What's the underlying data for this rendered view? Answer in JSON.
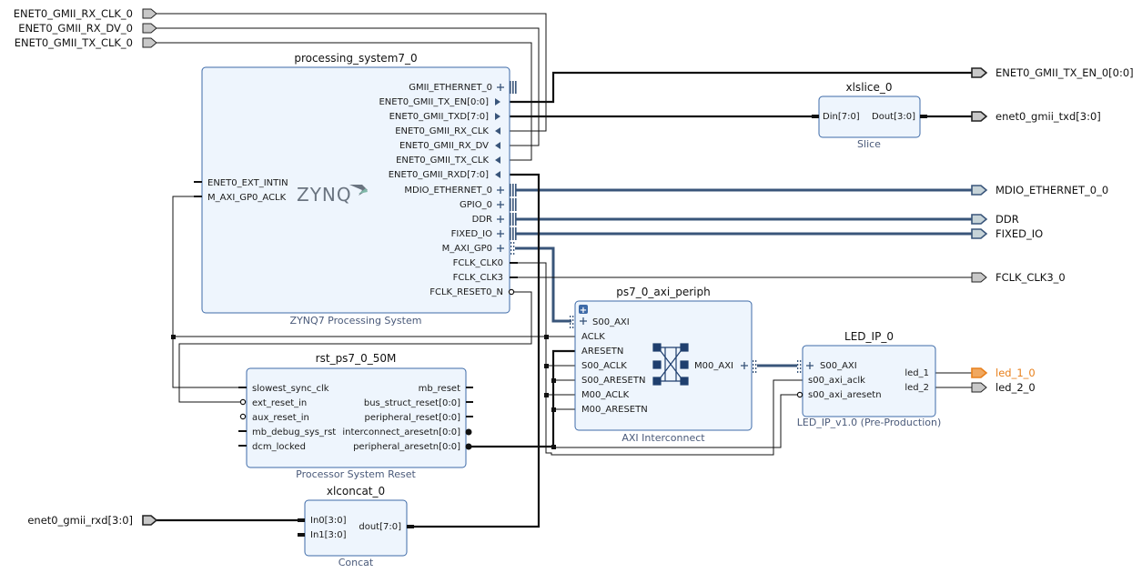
{
  "external_inputs": {
    "rx_clk": "ENET0_GMII_RX_CLK_0",
    "rx_dv": "ENET0_GMII_RX_DV_0",
    "tx_clk": "ENET0_GMII_TX_CLK_0",
    "rxd": "enet0_gmii_rxd[3:0]"
  },
  "external_outputs": {
    "tx_en": "ENET0_GMII_TX_EN_0[0:0]",
    "txd": "enet0_gmii_txd[3:0]",
    "mdio": "MDIO_ETHERNET_0_0",
    "ddr": "DDR",
    "fixed_io": "FIXED_IO",
    "fclk3": "FCLK_CLK3_0",
    "led1": "led_1_0",
    "led2": "led_2_0"
  },
  "colors": {
    "block_fill": "#eef5fd",
    "block_border": "#3d6aa8",
    "interface_wire": "#39557a",
    "selected_port": "#e8801c"
  },
  "processing_system": {
    "instance": "processing_system7_0",
    "subtitle": "ZYNQ7 Processing System",
    "logo_text": "ZYNQ",
    "left_ports": [
      "ENET0_EXT_INTIN",
      "M_AXI_GP0_ACLK"
    ],
    "right_ports": [
      "GMII_ETHERNET_0",
      "ENET0_GMII_TX_EN[0:0]",
      "ENET0_GMII_TXD[7:0]",
      "ENET0_GMII_RX_CLK",
      "ENET0_GMII_RX_DV",
      "ENET0_GMII_TX_CLK",
      "ENET0_GMII_RXD[7:0]",
      "MDIO_ETHERNET_0",
      "GPIO_0",
      "DDR",
      "FIXED_IO",
      "M_AXI_GP0",
      "FCLK_CLK0",
      "FCLK_CLK3",
      "FCLK_RESET0_N"
    ]
  },
  "slice": {
    "instance": "xlslice_0",
    "subtitle": "Slice",
    "din": "Din[7:0]",
    "dout": "Dout[3:0]"
  },
  "interconnect": {
    "instance": "ps7_0_axi_periph",
    "subtitle": "AXI Interconnect",
    "plus": "+",
    "left_ports": [
      "S00_AXI",
      "ACLK",
      "ARESETN",
      "S00_ACLK",
      "S00_ARESETN",
      "M00_ACLK",
      "M00_ARESETN"
    ],
    "right_port": "M00_AXI"
  },
  "led_ip": {
    "instance": "LED_IP_0",
    "subtitle": "LED_IP_v1.0 (Pre-Production)",
    "left_ports": [
      "S00_AXI",
      "s00_axi_aclk",
      "s00_axi_aresetn"
    ],
    "right_ports": [
      "led_1",
      "led_2"
    ]
  },
  "reset": {
    "instance": "rst_ps7_0_50M",
    "subtitle": "Processor System Reset",
    "left_ports": [
      "slowest_sync_clk",
      "ext_reset_in",
      "aux_reset_in",
      "mb_debug_sys_rst",
      "dcm_locked"
    ],
    "right_ports": [
      "mb_reset",
      "bus_struct_reset[0:0]",
      "peripheral_reset[0:0]",
      "interconnect_aresetn[0:0]",
      "peripheral_aresetn[0:0]"
    ]
  },
  "concat": {
    "instance": "xlconcat_0",
    "subtitle": "Concat",
    "in0": "In0[3:0]",
    "in1": "In1[3:0]",
    "dout": "dout[7:0]"
  }
}
